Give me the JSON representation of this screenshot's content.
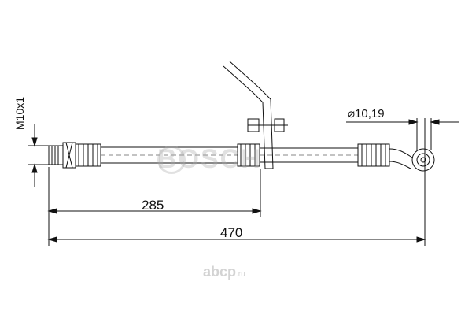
{
  "dimensions": {
    "bracket_distance": "285",
    "overall_length": "470",
    "eye_diameter": "⌀10,19",
    "thread": "M10x1"
  },
  "watermark": {
    "brand": "BOSCH",
    "site": "abcp",
    "site_tld": ".ru"
  },
  "colors": {
    "line": "#111111",
    "watermark": "#bdbdbd"
  }
}
